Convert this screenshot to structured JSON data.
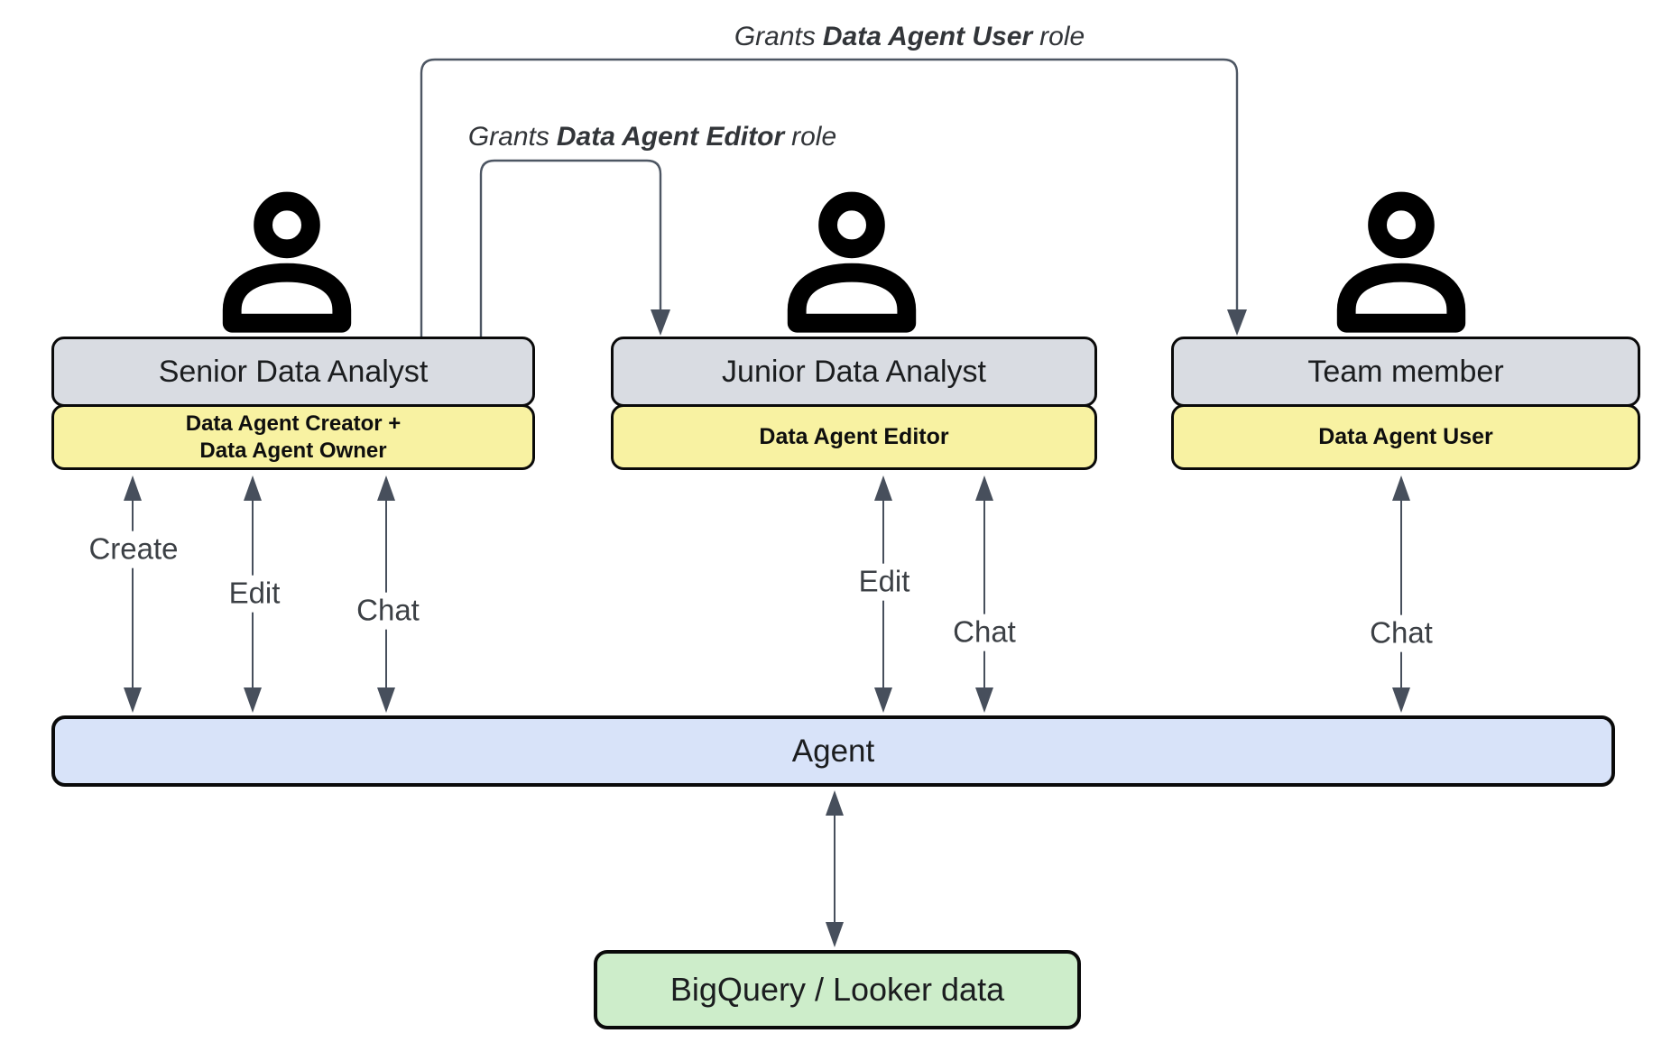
{
  "colors": {
    "canvas-bg": "#ffffff",
    "actor-fill": "#d9dce2",
    "role-fill": "#f8f2a2",
    "agent-fill": "#d8e3f9",
    "data-fill": "#cdedca",
    "box-border": "#0a0a0a",
    "arrow": "#474f5c",
    "bracket": "#4d5663",
    "label-text": "#3c4045",
    "grant-text": "#323539"
  },
  "grants": [
    {
      "prefix": "Grants",
      "role": "Data Agent User",
      "suffix": "role"
    },
    {
      "prefix": "Grants",
      "role": "Data Agent Editor",
      "suffix": "role"
    }
  ],
  "actors": [
    {
      "title": "Senior Data Analyst",
      "roles": [
        "Data Agent Creator +",
        "Data Agent Owner"
      ]
    },
    {
      "title": "Junior Data Analyst",
      "roles": [
        "Data Agent Editor"
      ]
    },
    {
      "title": "Team member",
      "roles": [
        "Data Agent User"
      ]
    }
  ],
  "actions": [
    {
      "label": "Create"
    },
    {
      "label": "Edit"
    },
    {
      "label": "Chat"
    },
    {
      "label": "Edit"
    },
    {
      "label": "Chat"
    },
    {
      "label": "Chat"
    }
  ],
  "agent": {
    "label": "Agent"
  },
  "datasource": {
    "label": "BigQuery / Looker data"
  }
}
